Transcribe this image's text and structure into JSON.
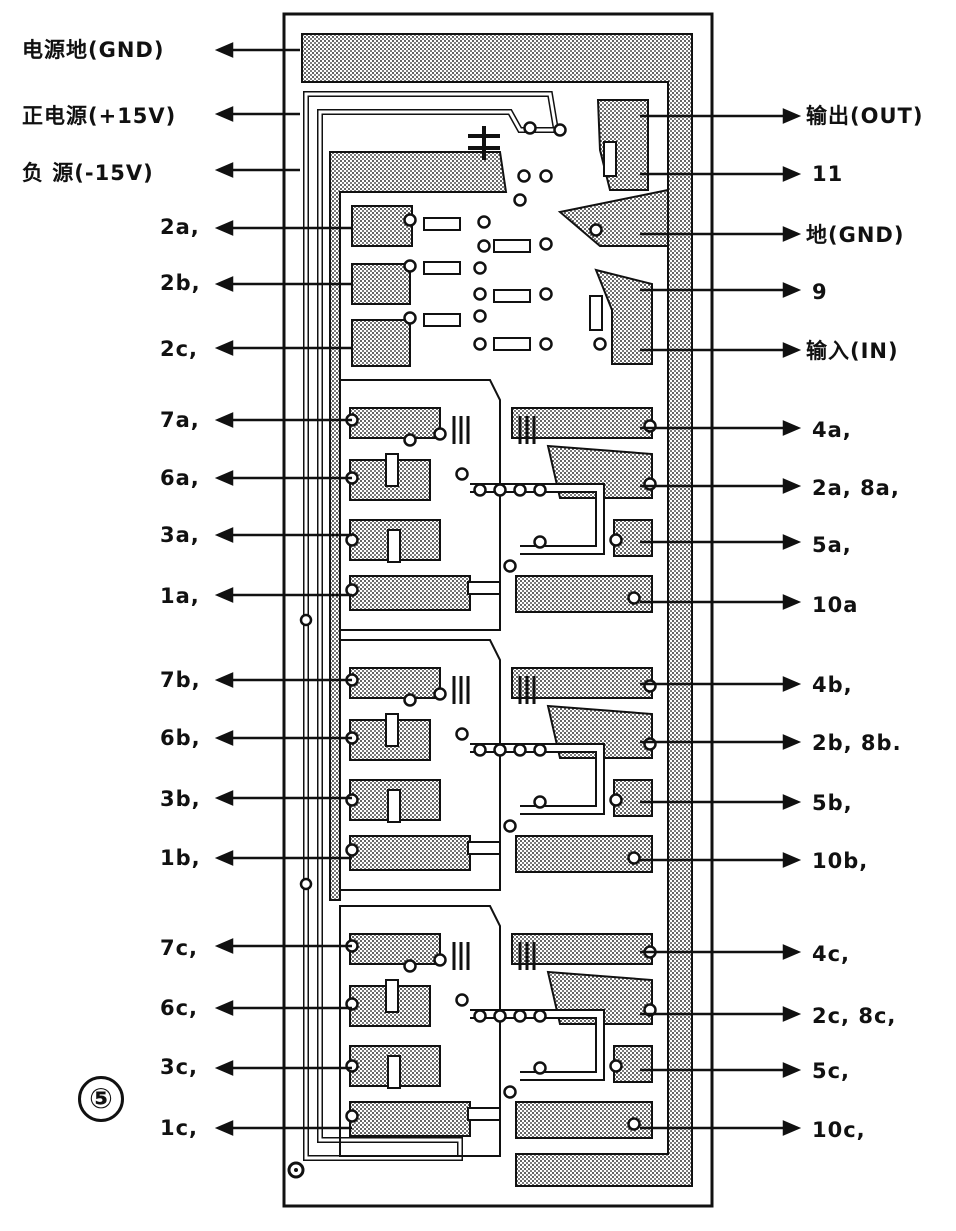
{
  "figure": {
    "number_label": "⑤",
    "left_labels": [
      "电源地(GND)",
      "正电源(+15V)",
      "负  源(-15V)",
      "2a,",
      "2b,",
      "2c,",
      "7a,",
      "6a,",
      "3a,",
      "1a,",
      "7b,",
      "6b,",
      "3b,",
      "1b,",
      "7c,",
      "6c,",
      "3c,",
      "1c,"
    ],
    "right_labels": [
      "输出(OUT)",
      "11",
      "地(GND)",
      "9",
      "输入(IN)",
      "4a,",
      "2a, 8a,",
      "5a,",
      "10a",
      "4b,",
      "2b, 8b.",
      "5b,",
      "10b,",
      "4c,",
      "2c, 8c,",
      "5c,",
      "10c,"
    ]
  },
  "colors": {
    "ink": "#111111",
    "copper": "#9a9a9a",
    "board": "#ffffff"
  }
}
